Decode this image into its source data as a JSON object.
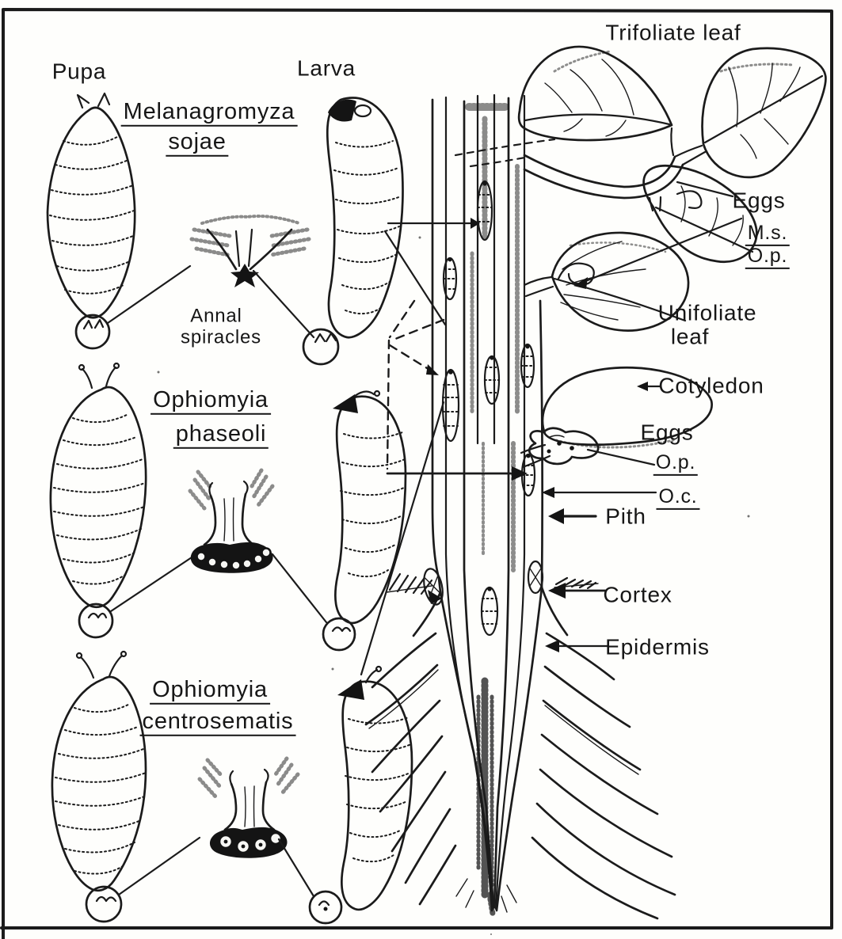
{
  "figure": {
    "ink_color": "#1b1b1b",
    "background_color": "#fefefc",
    "description": "Hand-drawn diagram of bean fly pupae, larvae and oviposition/feeding sites in a legume seedling"
  },
  "labels": {
    "pupa": "Pupa",
    "larva": "Larva",
    "trifoliate_leaf": "Trifoliate leaf",
    "species1_line1": "Melanagromyza",
    "species1_line2": "sojae",
    "anal_spiracles_line1": "Annal",
    "anal_spiracles_line2": "spiracles",
    "species2_line1": "Ophiomyia",
    "species2_line2": "phaseoli",
    "species3_line1": "Ophiomyia",
    "species3_line2": "centrosematis",
    "eggs_top": "Eggs",
    "ms_abbrev": "M.s.",
    "op_abbrev_top": "O.p.",
    "unifoliate_line1": "Unifoliate",
    "unifoliate_line2": "leaf",
    "cotyledon": "Cotyledon",
    "eggs_mid": "Eggs",
    "op_abbrev_mid": "O.p.",
    "oc_abbrev": "O.c.",
    "pith": "Pith",
    "cortex": "Cortex",
    "epidermis": "Epidermis"
  }
}
